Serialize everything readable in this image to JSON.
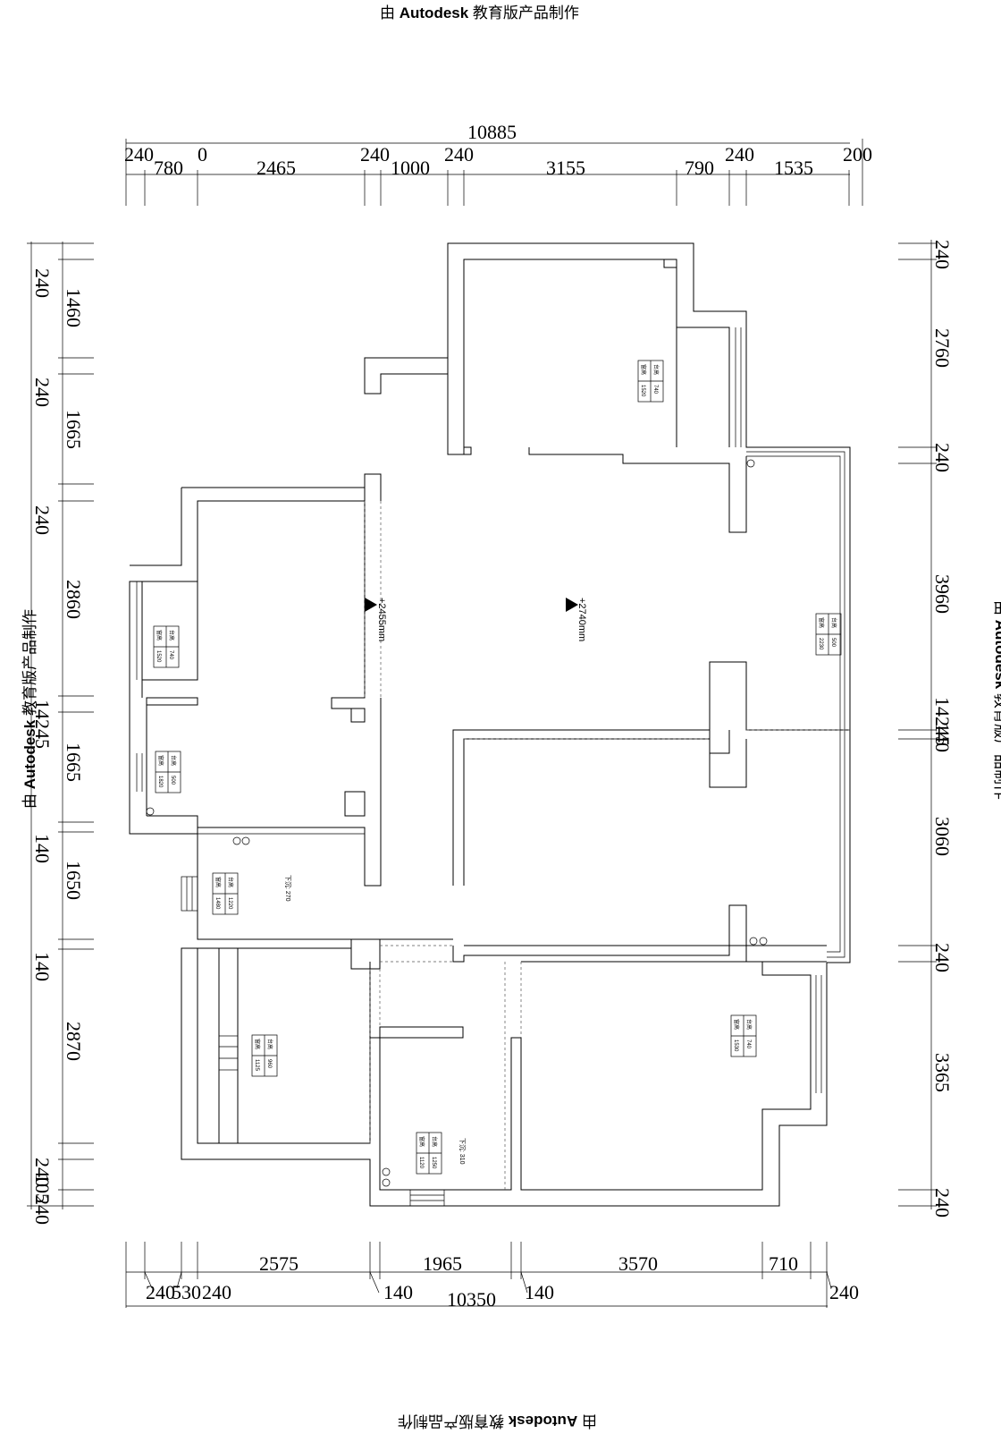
{
  "watermark": {
    "prefix": "由 ",
    "brand": "Autodesk",
    "suffix": " 教育版产品制作"
  },
  "dims": {
    "top_total": "10885",
    "top": [
      "240",
      "780",
      "0",
      "2465",
      "240",
      "1000",
      "240",
      "3155",
      "790",
      "240",
      "1535",
      "200"
    ],
    "bottom_row1": [
      "2575",
      "1965",
      "3570",
      "710"
    ],
    "bottom_row2": [
      "240",
      "530",
      "240",
      "140",
      "140",
      "240"
    ],
    "bottom_total": "10350",
    "left_total": "14245",
    "left_outer": [
      "240",
      "240",
      "240",
      "140",
      "140",
      "240",
      "240"
    ],
    "left_inner": [
      "1460",
      "1665",
      "2860",
      "1665",
      "1650",
      "2870",
      "105"
    ],
    "right_total": "14245",
    "right": [
      "240",
      "2760",
      "240",
      "3960",
      "140",
      "3060",
      "240",
      "3365",
      "240"
    ]
  },
  "levels": [
    "+2455mm",
    "+2740mm"
  ],
  "windows": [
    {
      "r1": "窗高",
      "r2": "台高",
      "v1": "1520",
      "v2": "740"
    },
    {
      "r1": "窗高",
      "r2": "台高",
      "v1": "1520",
      "v2": "740"
    },
    {
      "r1": "窗高",
      "r2": "台高",
      "v1": "1820",
      "v2": "500"
    },
    {
      "r1": "窗高",
      "r2": "台高",
      "v1": "1480",
      "v2": "1220"
    },
    {
      "r1": "窗高",
      "r2": "台高",
      "v1": "2230",
      "v2": "500"
    },
    {
      "r1": "窗高",
      "r2": "台高",
      "v1": "1125",
      "v2": "960"
    },
    {
      "r1": "窗高",
      "r2": "台高",
      "v1": "1530",
      "v2": "740"
    },
    {
      "r1": "窗高",
      "r2": "台高",
      "v1": "1120",
      "v2": "1250"
    }
  ],
  "notes": [
    "下沉: 270",
    "下沉: 310"
  ]
}
